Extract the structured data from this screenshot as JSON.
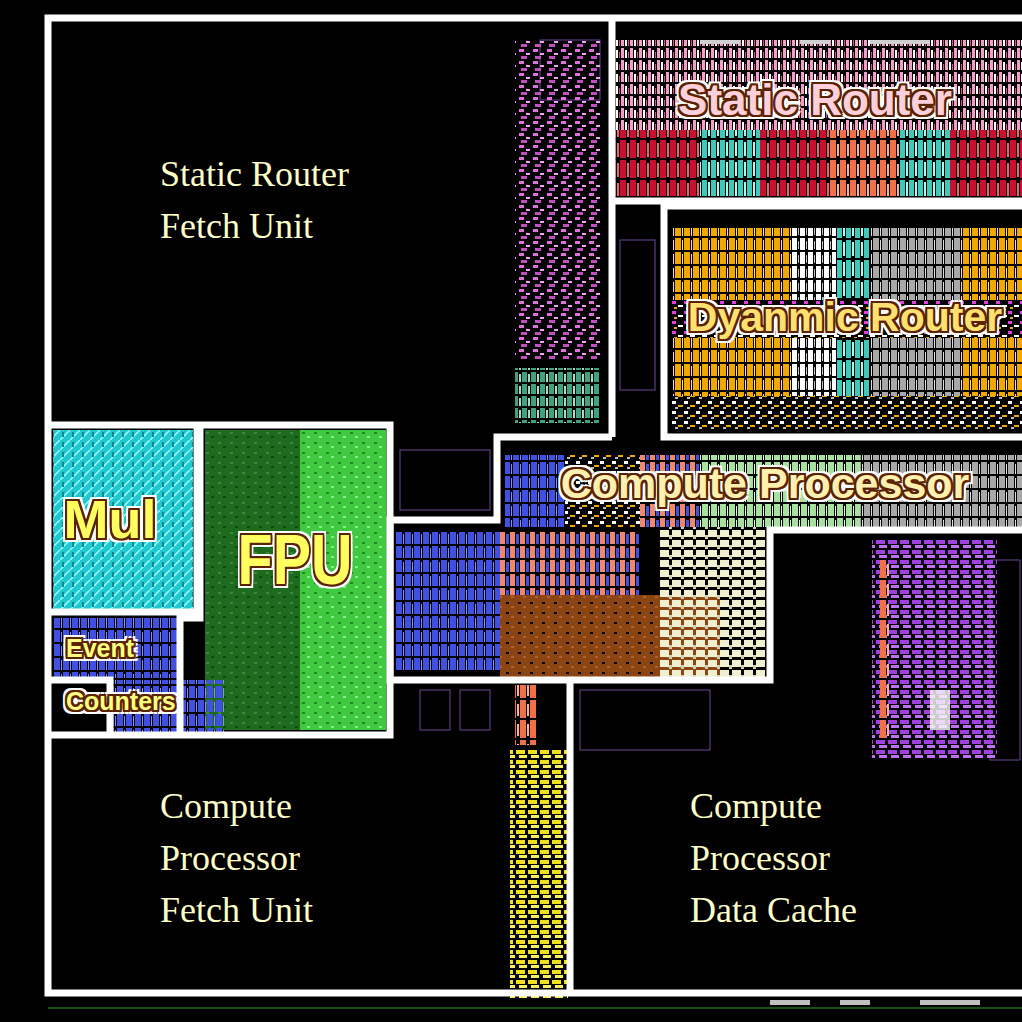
{
  "diagram": {
    "nodes": [
      {
        "text": [
          "Static Router Fetch Unit"
        ]
      },
      {
        "text": [
          "Static Router"
        ]
      },
      {
        "text": [
          "Dyanmic Router"
        ]
      },
      {
        "text": [
          "Mul"
        ]
      },
      {
        "text": [
          "FPU"
        ]
      },
      {
        "text": [
          "Compute Processor"
        ]
      },
      {
        "text": [
          "Event Counters"
        ]
      },
      {
        "text": [
          "Compute Processor Fetch Unit"
        ]
      },
      {
        "text": [
          "Compute Processor Data Cache"
        ]
      }
    ]
  }
}
